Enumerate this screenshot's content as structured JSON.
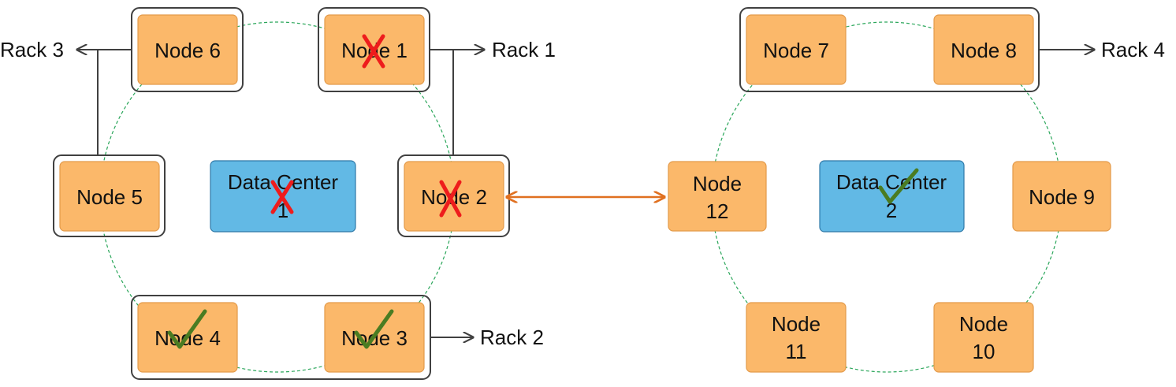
{
  "data_center_1": {
    "label": "Data Center 1",
    "label_line1": "Data Center",
    "label_line2": "1",
    "status": "failed"
  },
  "data_center_2": {
    "label": "Data Center 2",
    "label_line1": "Data Center",
    "label_line2": "2",
    "status": "ok"
  },
  "nodes": {
    "node1": {
      "label": "Node 1",
      "status": "failed"
    },
    "node2": {
      "label": "Node 2",
      "status": "failed"
    },
    "node3": {
      "label": "Node 3",
      "status": "ok"
    },
    "node4": {
      "label": "Node 4",
      "status": "ok"
    },
    "node5": {
      "label": "Node 5"
    },
    "node6": {
      "label": "Node 6"
    },
    "node7": {
      "label": "Node 7"
    },
    "node8": {
      "label": "Node 8"
    },
    "node9": {
      "label": "Node 9"
    },
    "node10": {
      "label": "Node 10",
      "line1": "Node",
      "line2": "10"
    },
    "node11": {
      "label": "Node 11",
      "line1": "Node",
      "line2": "11"
    },
    "node12": {
      "label": "Node 12",
      "line1": "Node",
      "line2": "12"
    }
  },
  "racks": {
    "rack1": {
      "label": "Rack 1"
    },
    "rack2": {
      "label": "Rack 2"
    },
    "rack3": {
      "label": "Rack 3"
    },
    "rack4": {
      "label": "Rack 4"
    }
  },
  "colors": {
    "node_fill": "#fbb86a",
    "data_center_fill": "#62b9e5",
    "ring_stroke": "#2aa65a",
    "failed_mark": "#ee1c1c",
    "ok_mark": "#4a7c22",
    "replication_link": "#e07020"
  },
  "icons": {
    "failed": "x-mark-icon",
    "ok": "check-mark-icon"
  }
}
